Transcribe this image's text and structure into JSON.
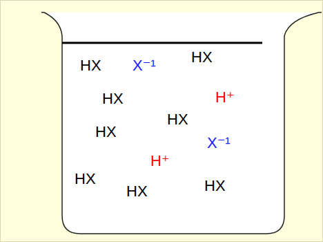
{
  "diagram": {
    "labels": [
      "HX",
      "X⁻¹",
      "HX",
      "HX",
      "H⁺",
      "HX",
      "HX",
      "X⁻¹",
      "H⁺",
      "HX",
      "HX",
      "HX"
    ]
  }
}
